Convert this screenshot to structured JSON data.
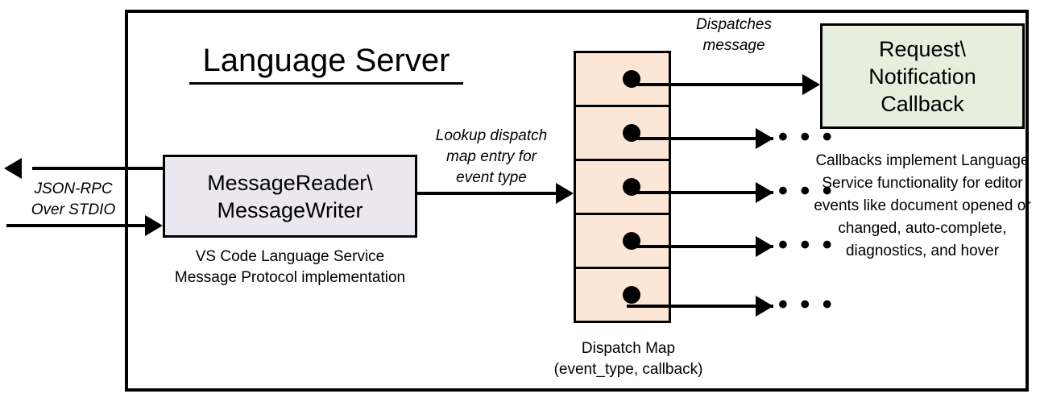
{
  "diagram": {
    "title": "Language Server",
    "container_label": "Language Server"
  },
  "nodes": {
    "reader_writer": {
      "line1": "MessageReader\\",
      "line2": "MessageWriter",
      "fill": "#EBE7F0",
      "caption_line1": "VS Code Language Service",
      "caption_line2": "Message Protocol implementation"
    },
    "dispatch_map": {
      "fill": "#FCE6D5",
      "caption_line1": "Dispatch Map",
      "caption_line2": "(event_type, callback)",
      "rows": [
        {
          "index": 1,
          "outgoing": "callback-box"
        },
        {
          "index": 2,
          "outgoing": "ellipsis"
        },
        {
          "index": 3,
          "outgoing": "ellipsis"
        },
        {
          "index": 4,
          "outgoing": "ellipsis"
        },
        {
          "index": 5,
          "outgoing": "ellipsis"
        }
      ],
      "ellipsis_glyph": "• • •"
    },
    "callback": {
      "line1": "Request\\",
      "line2": "Notification",
      "line3": "Callback",
      "fill": "#E7EEDD",
      "caption": "Callbacks implement Language Service functionality for editor events like document opened or changed, auto-complete, diagnostics, and hover"
    }
  },
  "edges": {
    "jsonrpc": {
      "line1": "JSON-RPC",
      "line2": "Over STDIO"
    },
    "lookup": {
      "line1": "Lookup dispatch",
      "line2": "map entry for",
      "line3": "event type"
    },
    "dispatches": {
      "line1": "Dispatches",
      "line2": "message"
    }
  },
  "colors": {
    "stroke": "#000000",
    "background": "#FFFFFF",
    "reader_writer_fill": "#EBE7F0",
    "dispatch_map_fill": "#FCE6D5",
    "callback_fill": "#E7EEDD"
  }
}
